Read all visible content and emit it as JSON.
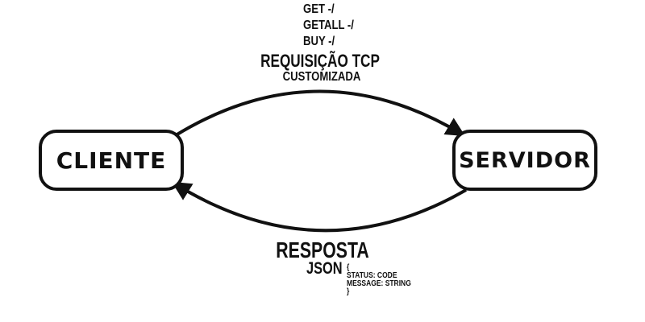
{
  "colors": {
    "stroke": "#111111",
    "background": "#ffffff"
  },
  "nodes": {
    "client": {
      "label": "CLIENTE"
    },
    "server": {
      "label": "SERVIDOR"
    }
  },
  "request": {
    "commands": [
      "GET -/",
      "GETALL -/",
      "BUY -/"
    ],
    "title": "REQUISIÇÃO TCP",
    "subtitle": "CUSTOMIZADA"
  },
  "response": {
    "title": "RESPOSTA",
    "format": "JSON",
    "json_lines": [
      "{",
      "STATUS: CODE",
      "MESSAGE: STRING",
      "}"
    ]
  }
}
